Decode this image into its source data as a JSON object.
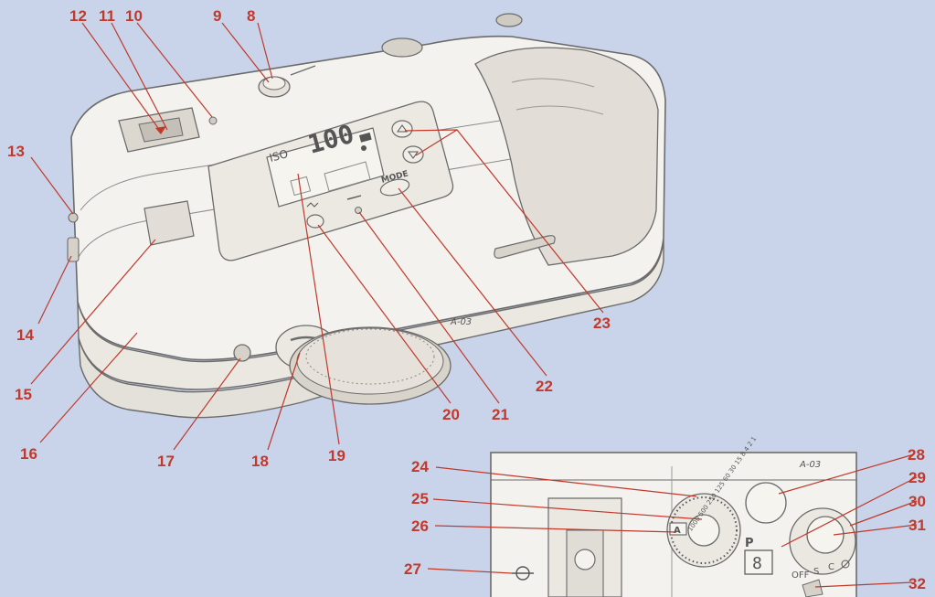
{
  "colors": {
    "background": "#c9d4ea",
    "callout": "#c0392b",
    "leader": "#c0392b",
    "body_fill": "#f4f2ee",
    "outline": "#6b6b6b"
  },
  "camera_text": {
    "iso": "ISO",
    "lcd_value": "100",
    "mode_button": "MODE",
    "program": "P",
    "counter": "8",
    "off_label": "OFF",
    "s_label": "S",
    "c_label": "C",
    "a_label": "A",
    "ref_top": "A-03",
    "ref_inset": "A-03",
    "dial_scale": "1000 500 250 125 60 30 15 8 4 2 1"
  },
  "callouts": [
    {
      "id": "8",
      "label": "8"
    },
    {
      "id": "9",
      "label": "9"
    },
    {
      "id": "10",
      "label": "10"
    },
    {
      "id": "11",
      "label": "11"
    },
    {
      "id": "12",
      "label": "12"
    },
    {
      "id": "13",
      "label": "13"
    },
    {
      "id": "14",
      "label": "14"
    },
    {
      "id": "15",
      "label": "15"
    },
    {
      "id": "16",
      "label": "16"
    },
    {
      "id": "17",
      "label": "17"
    },
    {
      "id": "18",
      "label": "18"
    },
    {
      "id": "19",
      "label": "19"
    },
    {
      "id": "20",
      "label": "20"
    },
    {
      "id": "21",
      "label": "21"
    },
    {
      "id": "22",
      "label": "22"
    },
    {
      "id": "23",
      "label": "23"
    },
    {
      "id": "24",
      "label": "24"
    },
    {
      "id": "25",
      "label": "25"
    },
    {
      "id": "26",
      "label": "26"
    },
    {
      "id": "27",
      "label": "27"
    },
    {
      "id": "28",
      "label": "28"
    },
    {
      "id": "29",
      "label": "29"
    },
    {
      "id": "30",
      "label": "30"
    },
    {
      "id": "31",
      "label": "31"
    },
    {
      "id": "32",
      "label": "32"
    }
  ]
}
